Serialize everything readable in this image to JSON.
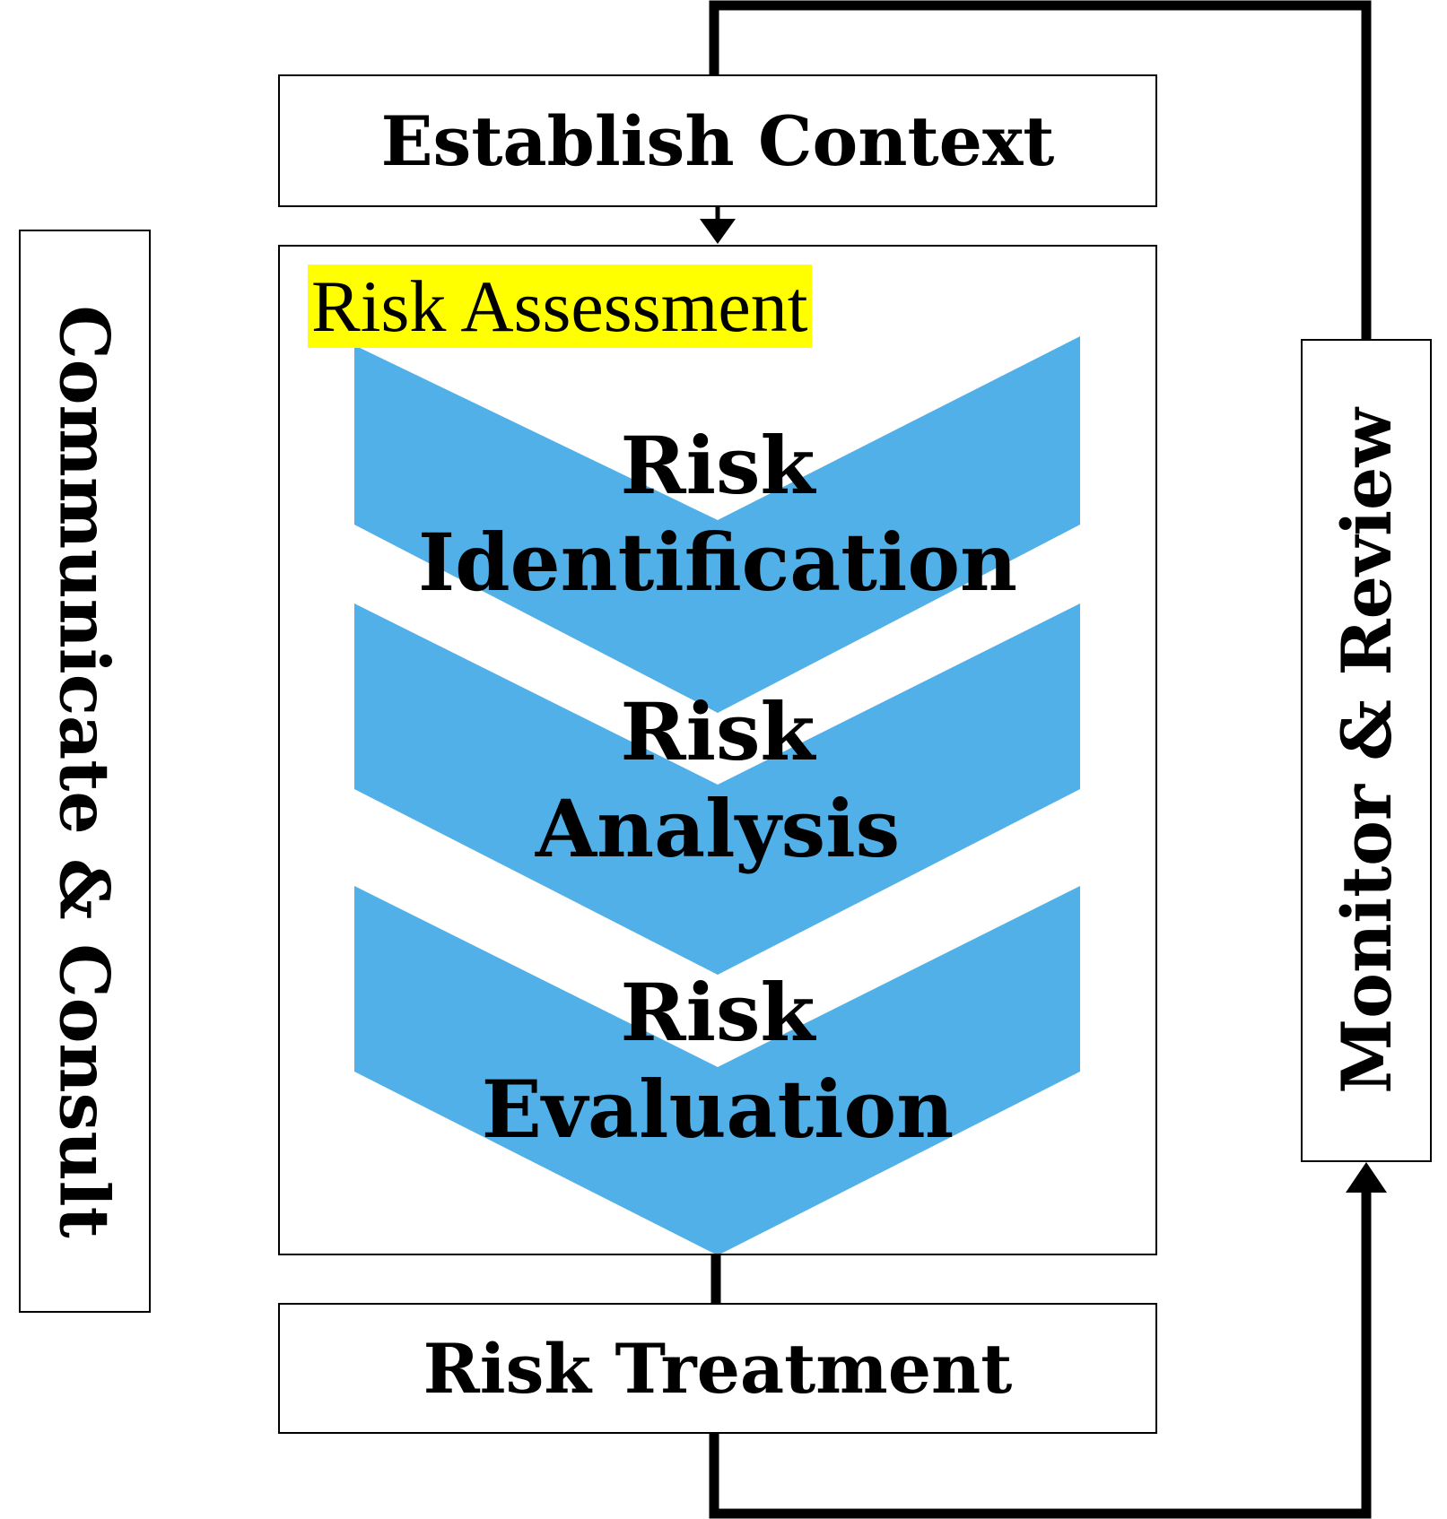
{
  "establish_context": "Establish Context",
  "risk_assessment": "Risk Assessment",
  "steps": [
    {
      "line1": "Risk",
      "line2": "Identification"
    },
    {
      "line1": "Risk",
      "line2": "Analysis"
    },
    {
      "line1": "Risk",
      "line2": "Evaluation"
    }
  ],
  "risk_treatment": "Risk Treatment",
  "communicate_consult": "Communicate & Consult",
  "monitor_review": "Monitor & Review",
  "colors": {
    "chevron": "#52b0e8",
    "highlight": "#ffff00",
    "line": "#000000"
  }
}
